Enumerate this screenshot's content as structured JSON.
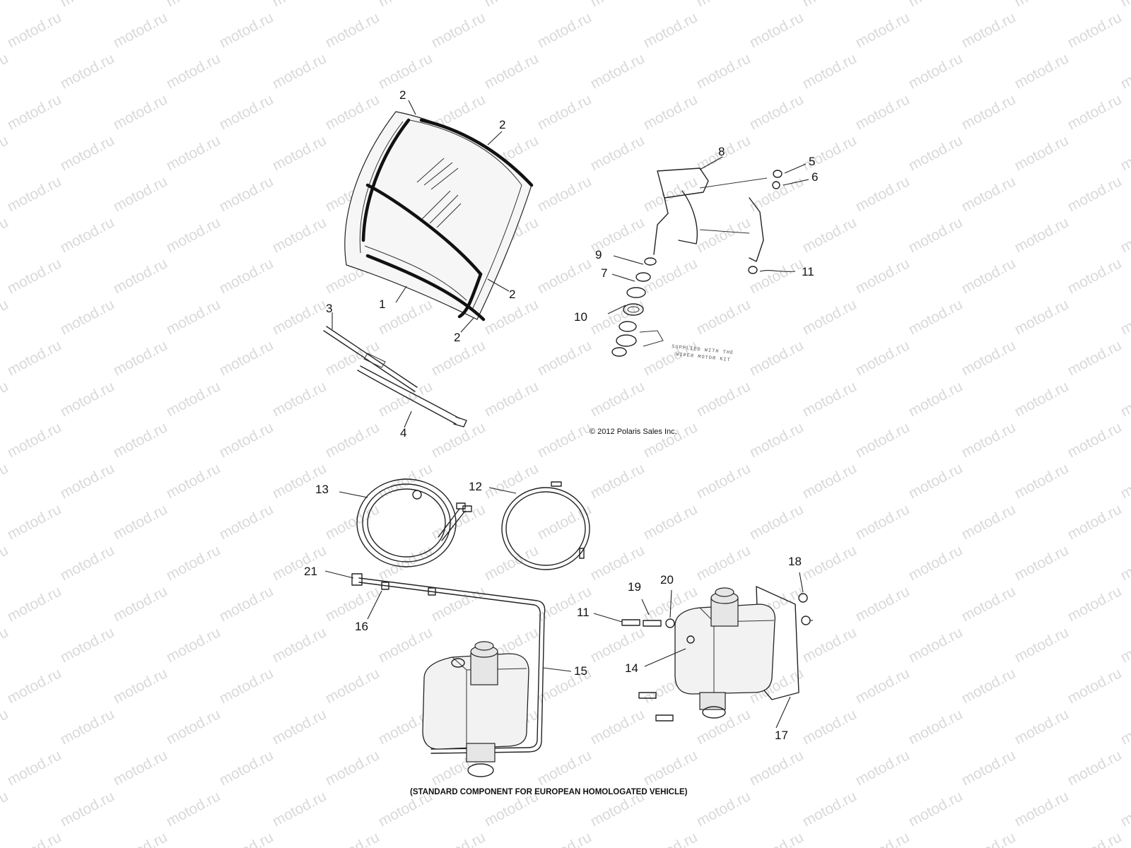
{
  "watermark": {
    "text": "motod.ru"
  },
  "callouts": {
    "c1": "1",
    "c2a": "2",
    "c2b": "2",
    "c2c": "2",
    "c2d": "2",
    "c3": "3",
    "c4": "4",
    "c5": "5",
    "c6": "6",
    "c7": "7",
    "c8": "8",
    "c9": "9",
    "c10": "10",
    "c11a": "11",
    "c11b": "11",
    "c12": "12",
    "c13": "13",
    "c14": "14",
    "c15": "15",
    "c16": "16",
    "c17": "17",
    "c18": "18",
    "c19": "19",
    "c20": "20",
    "c21": "21"
  },
  "note": {
    "line1": "SUPPLIED WITH THE",
    "line2": "WIPER MOTOR KIT"
  },
  "copyright": "© 2012 Polaris Sales Inc.",
  "footer": "(STANDARD COMPONENT FOR EUROPEAN HOMOLOGATED VEHICLE)"
}
